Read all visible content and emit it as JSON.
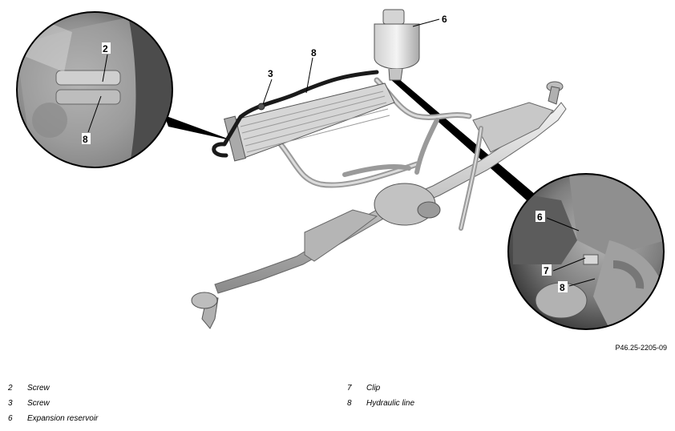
{
  "figure_id": "P46.25-2205-09",
  "callouts": {
    "left_inset": [
      "2",
      "8"
    ],
    "main": [
      "3",
      "8",
      "6"
    ],
    "right_inset": [
      "6",
      "7",
      "8"
    ]
  },
  "legend": {
    "left": [
      {
        "num": "2",
        "label": "Screw"
      },
      {
        "num": "3",
        "label": "Screw"
      },
      {
        "num": "6",
        "label": "Expansion reservoir"
      }
    ],
    "right": [
      {
        "num": "7",
        "label": "Clip"
      },
      {
        "num": "8",
        "label": "Hydraulic line"
      }
    ]
  }
}
